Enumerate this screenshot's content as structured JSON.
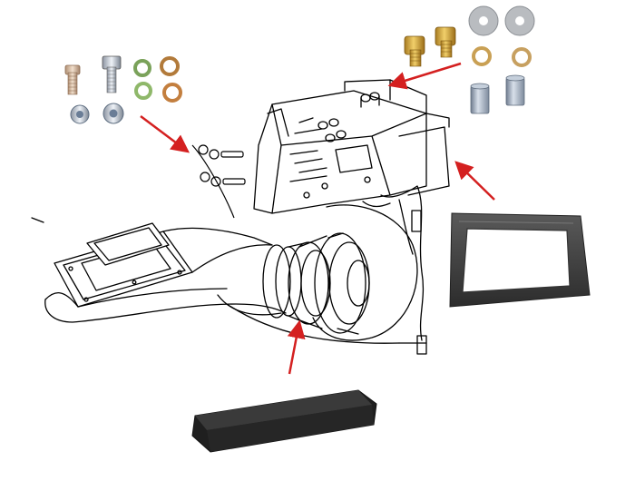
{
  "diagram": {
    "title": "",
    "parts": [
      {
        "name": "flanged-bolt",
        "count": 2
      },
      {
        "name": "copper-washer",
        "count": 2
      },
      {
        "name": "nylon-lock-nut",
        "count": 2
      },
      {
        "name": "heater-mounting-bolts",
        "count": 2
      },
      {
        "name": "spring-washer",
        "count": 2
      },
      {
        "name": "grey-flat-washer",
        "count": 2
      },
      {
        "name": "metal-spacer-tube",
        "count": 2
      },
      {
        "name": "rectangular-rubber-seal",
        "count": 1
      },
      {
        "name": "foam-seal-strip",
        "count": 1
      },
      {
        "name": "heater-blower-assembly",
        "count": 1
      }
    ],
    "arrow_color": "#d42020",
    "line_color": "#000000"
  }
}
